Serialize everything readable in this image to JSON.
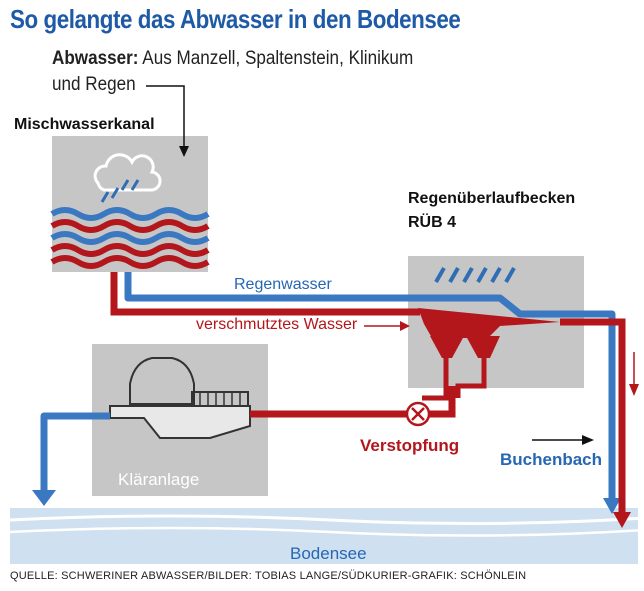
{
  "title": "So gelangte das Abwasser in den Bodensee",
  "intro": {
    "label": "Abwasser:",
    "text_line1": " Aus Manzell, Spaltenstein, Klinikum",
    "text_line2": "und Regen"
  },
  "labels": {
    "mischwasserkanal": "Mischwasserkanal",
    "rub_line1": "Regenüberlaufbecken",
    "rub_line2": "RÜB 4",
    "regenwasser": "Regenwasser",
    "verschmutztes_wasser": "verschmutztes Wasser",
    "klaeranlage": "Kläranlage",
    "verstopfung": "Verstopfung",
    "buchenbach": "Buchenbach",
    "bodensee": "Bodensee"
  },
  "source": "QUELLE: SCHWERINER ABWASSER/BILDER: TOBIAS LANGE/SÜDKURIER-GRAFIK: SCHÖNLEIN",
  "colors": {
    "title_blue": "#1e5aa6",
    "water_blue": "#3a78c2",
    "dirty_red": "#b3161b",
    "box_gray": "#c6c6c6",
    "lake_light": "#cfe0f1"
  },
  "icons": [
    "rain-cloud-icon",
    "blockage-x-icon",
    "arrow-right-icon",
    "arrow-down-icon"
  ]
}
